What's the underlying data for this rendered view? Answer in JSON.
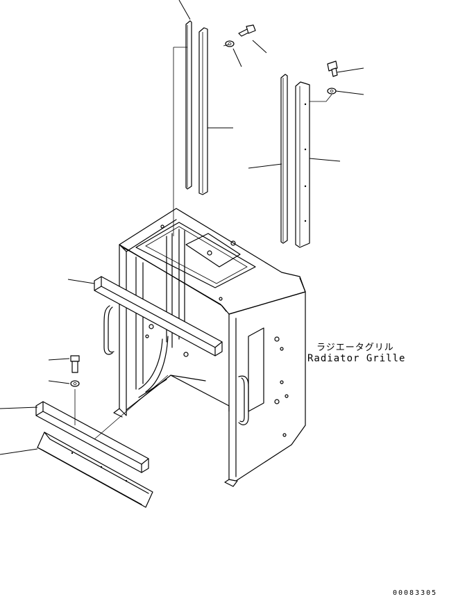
{
  "labels": {
    "part_name_jp": "ラジエータグリル",
    "part_name_en": "Radiator Grille",
    "drawing_number": "00083305"
  }
}
